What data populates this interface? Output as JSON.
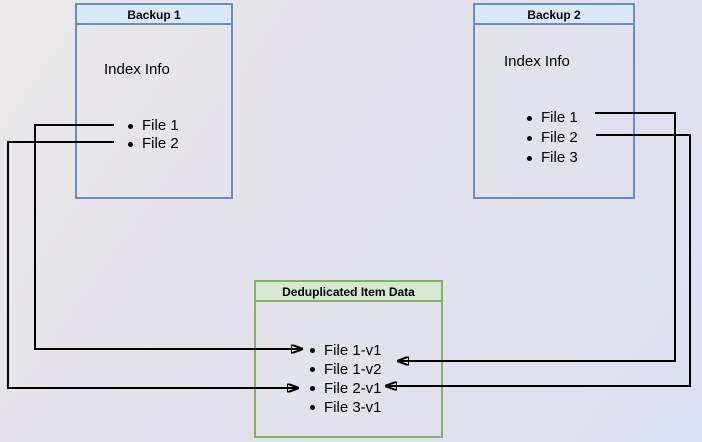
{
  "diagram": {
    "backup1": {
      "title": "Backup 1",
      "subtitle": "Index Info",
      "items": [
        "File 1",
        "File 2"
      ]
    },
    "backup2": {
      "title": "Backup 2",
      "subtitle": "Index Info",
      "items": [
        "File 1",
        "File 2",
        "File 3"
      ]
    },
    "dedup": {
      "title": "Deduplicated Item Data",
      "items": [
        "File 1-v1",
        "File 1-v2",
        "File 2-v1",
        "File 3-v1"
      ]
    },
    "connections": [
      {
        "from": "Backup 1 / File 1",
        "to": "Deduplicated Item Data / File 1-v1"
      },
      {
        "from": "Backup 1 / File 2",
        "to": "Deduplicated Item Data / File 2-v1"
      },
      {
        "from": "Backup 2 / File 1",
        "to": "Deduplicated Item Data / File 1-v2"
      },
      {
        "from": "Backup 2 / File 2",
        "to": "Deduplicated Item Data / File 2-v1"
      }
    ],
    "colors": {
      "blue_box_fill": "#dae8fc",
      "blue_box_border": "#6c8ebf",
      "green_box_fill": "#d5e8d4",
      "green_box_border": "#82b366",
      "connector": "#000000",
      "background_from": "#eae8e8",
      "background_to": "#dce0f2"
    }
  }
}
